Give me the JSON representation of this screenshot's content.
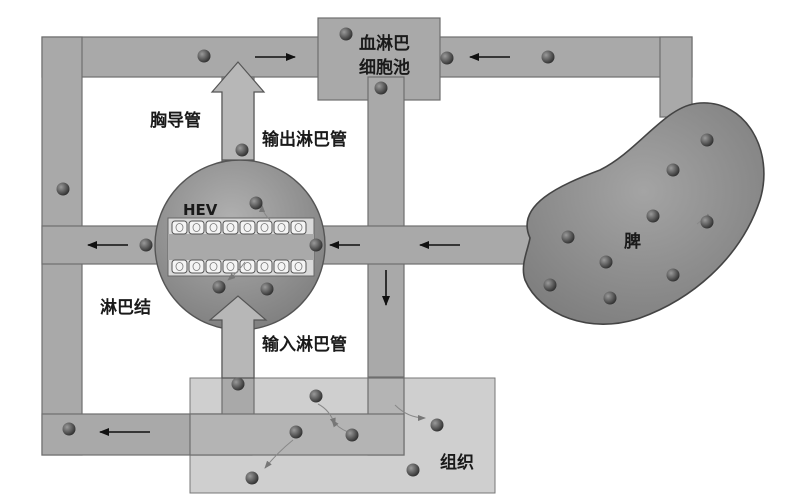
{
  "labels": {
    "blood_pool_line1": "血淋巴",
    "blood_pool_line2": "细胞池",
    "thoracic_duct": "胸导管",
    "efferent_lymphatic": "输出淋巴管",
    "hev": "HEV",
    "lymph_node": "淋巴结",
    "afferent_lymphatic": "输入淋巴管",
    "spleen": "脾",
    "tissue": "组织"
  },
  "colors": {
    "vessel": "#a9a9a9",
    "vessel_stroke": "#6e6e6e",
    "node": "#8e8e8e",
    "spleen": "#8c8c8c",
    "tissue": "#cfcfcf",
    "cell": "#3d3d3d",
    "arrow": "#111111"
  }
}
